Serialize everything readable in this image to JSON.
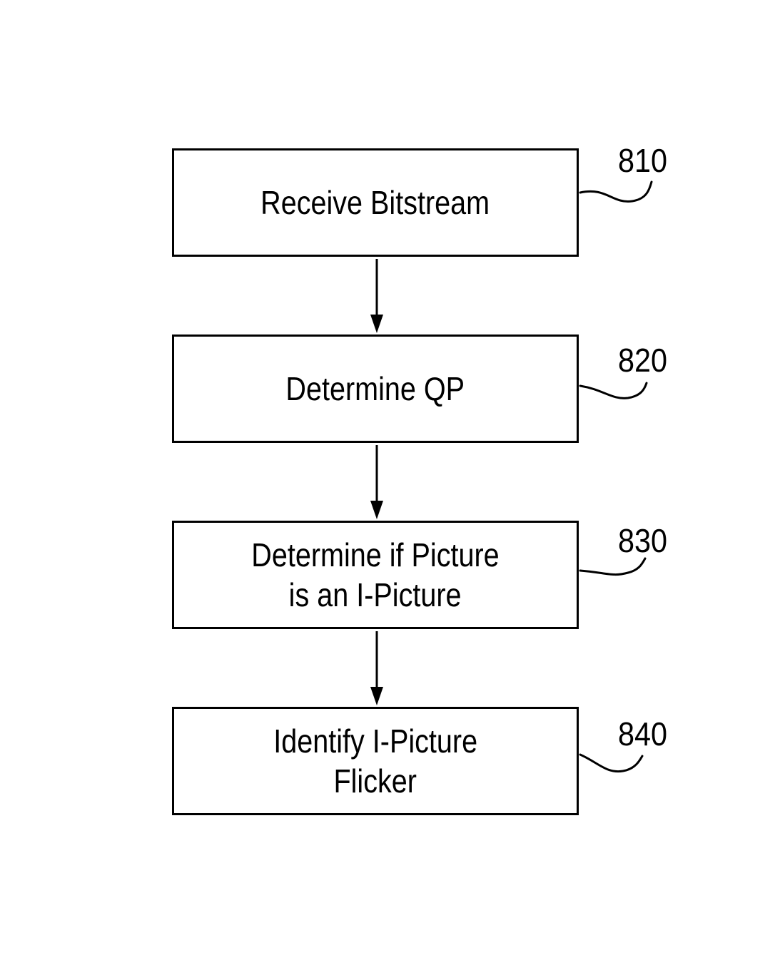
{
  "steps": [
    {
      "ref": "810",
      "lines": [
        "Receive Bitstream"
      ]
    },
    {
      "ref": "820",
      "lines": [
        "Determine QP"
      ]
    },
    {
      "ref": "830",
      "lines": [
        "Determine if Picture",
        "is an I-Picture"
      ]
    },
    {
      "ref": "840",
      "lines": [
        "Identify I-Picture",
        "Flicker"
      ]
    }
  ]
}
